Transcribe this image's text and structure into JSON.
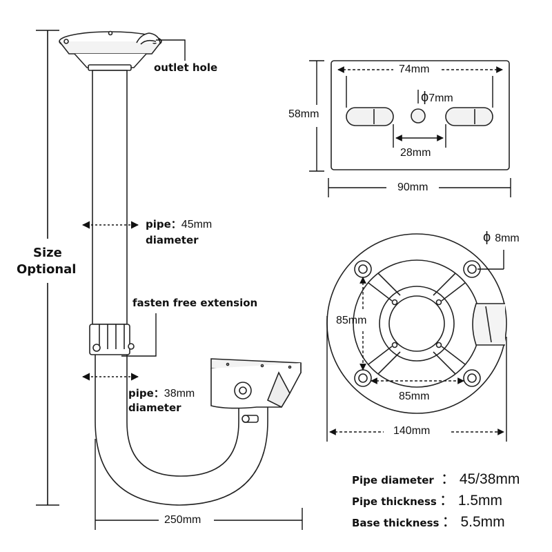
{
  "labels": {
    "outlet_hole": "outlet hole",
    "size_line1": "Size",
    "size_line2": "Optional",
    "pipe_top_key": "pipe：",
    "pipe_top_val": "45mm",
    "pipe_top_key2": "diameter",
    "fasten": "fasten free extension",
    "pipe_bot_key": "pipe：",
    "pipe_bot_val": "38mm",
    "pipe_bot_key2": "diameter",
    "width_250": "250mm"
  },
  "plate": {
    "dim_74": "74mm",
    "dim_phi7": "7mm",
    "dim_58": "58mm",
    "dim_28": "28mm",
    "dim_90": "90mm"
  },
  "base": {
    "dim_phi8": "8mm",
    "dim_85v": "85mm",
    "dim_85h": "85mm",
    "dim_140": "140mm"
  },
  "phi_symbol": "ϕ",
  "specs": [
    {
      "key": "Pipe diameter",
      "sep": "：",
      "value": "45/38mm"
    },
    {
      "key": "Pipe thickness",
      "sep": "：",
      "value": "1.5mm"
    },
    {
      "key": "Base thickness",
      "sep": "：",
      "value": "5.5mm"
    }
  ]
}
